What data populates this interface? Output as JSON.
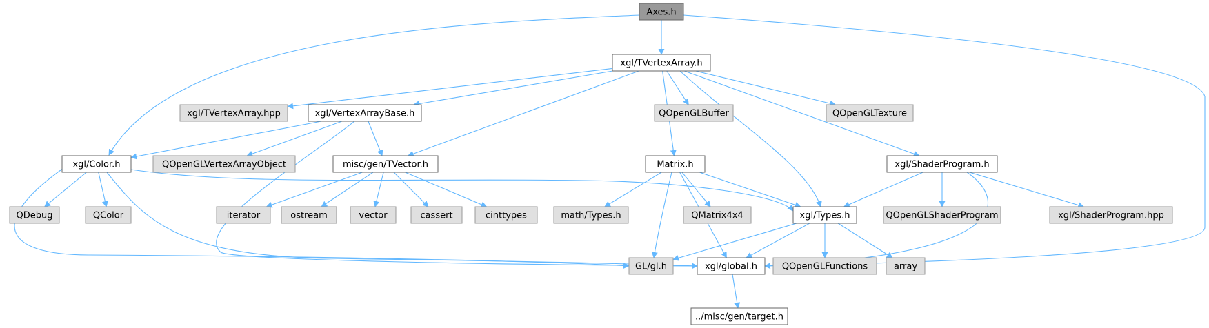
{
  "colors": {
    "edge": "#63b8ff",
    "root_fill": "#999999",
    "root_stroke": "#666666",
    "doc_fill": "#ffffff",
    "doc_stroke": "#666666",
    "ext_fill": "#e0e0e0",
    "ext_stroke": "#999999"
  },
  "nodes": [
    {
      "id": "axes",
      "label": "Axes.h",
      "kind": "root"
    },
    {
      "id": "tvertexarray",
      "label": "xgl/TVertexArray.h",
      "kind": "doc"
    },
    {
      "id": "tvertexarray_hpp",
      "label": "xgl/TVertexArray.hpp",
      "kind": "ext"
    },
    {
      "id": "vertexarraybase",
      "label": "xgl/VertexArrayBase.h",
      "kind": "doc"
    },
    {
      "id": "qopenglbuffer",
      "label": "QOpenGLBuffer",
      "kind": "ext"
    },
    {
      "id": "qopengltexture",
      "label": "QOpenGLTexture",
      "kind": "ext"
    },
    {
      "id": "color",
      "label": "xgl/Color.h",
      "kind": "doc"
    },
    {
      "id": "qopenglvao",
      "label": "QOpenGLVertexArrayObject",
      "kind": "ext"
    },
    {
      "id": "tvector",
      "label": "misc/gen/TVector.h",
      "kind": "doc"
    },
    {
      "id": "matrix",
      "label": "Matrix.h",
      "kind": "doc"
    },
    {
      "id": "shaderprogram",
      "label": "xgl/ShaderProgram.h",
      "kind": "doc"
    },
    {
      "id": "qdebug",
      "label": "QDebug",
      "kind": "ext"
    },
    {
      "id": "qcolor",
      "label": "QColor",
      "kind": "ext"
    },
    {
      "id": "iterator",
      "label": "iterator",
      "kind": "ext"
    },
    {
      "id": "ostream",
      "label": "ostream",
      "kind": "ext"
    },
    {
      "id": "vector",
      "label": "vector",
      "kind": "ext"
    },
    {
      "id": "cassert",
      "label": "cassert",
      "kind": "ext"
    },
    {
      "id": "cinttypes",
      "label": "cinttypes",
      "kind": "ext"
    },
    {
      "id": "mathtypes",
      "label": "math/Types.h",
      "kind": "ext"
    },
    {
      "id": "qmatrix4x4",
      "label": "QMatrix4x4",
      "kind": "ext"
    },
    {
      "id": "types",
      "label": "xgl/Types.h",
      "kind": "doc"
    },
    {
      "id": "qopenglshaderprogram",
      "label": "QOpenGLShaderProgram",
      "kind": "ext"
    },
    {
      "id": "shaderprogram_hpp",
      "label": "xgl/ShaderProgram.hpp",
      "kind": "ext"
    },
    {
      "id": "glh",
      "label": "GL/gl.h",
      "kind": "ext"
    },
    {
      "id": "global",
      "label": "xgl/global.h",
      "kind": "doc"
    },
    {
      "id": "qopenglfunctions",
      "label": "QOpenGLFunctions",
      "kind": "ext"
    },
    {
      "id": "array",
      "label": "array",
      "kind": "ext"
    },
    {
      "id": "target",
      "label": "../misc/gen/target.h",
      "kind": "doc"
    }
  ],
  "edges": [
    {
      "from": "axes",
      "to": "tvertexarray"
    },
    {
      "from": "axes",
      "to": "color"
    },
    {
      "from": "axes",
      "to": "global"
    },
    {
      "from": "tvertexarray",
      "to": "tvertexarray_hpp"
    },
    {
      "from": "tvertexarray",
      "to": "vertexarraybase"
    },
    {
      "from": "tvertexarray",
      "to": "qopenglbuffer"
    },
    {
      "from": "tvertexarray",
      "to": "qopengltexture"
    },
    {
      "from": "tvertexarray",
      "to": "tvector"
    },
    {
      "from": "tvertexarray",
      "to": "matrix"
    },
    {
      "from": "tvertexarray",
      "to": "shaderprogram"
    },
    {
      "from": "tvertexarray",
      "to": "types"
    },
    {
      "from": "vertexarraybase",
      "to": "color"
    },
    {
      "from": "vertexarraybase",
      "to": "qopenglvao"
    },
    {
      "from": "vertexarraybase",
      "to": "tvector"
    },
    {
      "from": "vertexarraybase",
      "to": "global"
    },
    {
      "from": "color",
      "to": "qdebug"
    },
    {
      "from": "color",
      "to": "qcolor"
    },
    {
      "from": "color",
      "to": "types"
    },
    {
      "from": "color",
      "to": "global"
    },
    {
      "from": "color",
      "to": "glh"
    },
    {
      "from": "tvector",
      "to": "iterator"
    },
    {
      "from": "tvector",
      "to": "ostream"
    },
    {
      "from": "tvector",
      "to": "vector"
    },
    {
      "from": "tvector",
      "to": "cassert"
    },
    {
      "from": "tvector",
      "to": "cinttypes"
    },
    {
      "from": "matrix",
      "to": "mathtypes"
    },
    {
      "from": "matrix",
      "to": "qmatrix4x4"
    },
    {
      "from": "matrix",
      "to": "types"
    },
    {
      "from": "matrix",
      "to": "glh"
    },
    {
      "from": "matrix",
      "to": "global"
    },
    {
      "from": "shaderprogram",
      "to": "types"
    },
    {
      "from": "shaderprogram",
      "to": "qopenglshaderprogram"
    },
    {
      "from": "shaderprogram",
      "to": "shaderprogram_hpp"
    },
    {
      "from": "shaderprogram",
      "to": "global"
    },
    {
      "from": "types",
      "to": "glh"
    },
    {
      "from": "types",
      "to": "global"
    },
    {
      "from": "types",
      "to": "qopenglfunctions"
    },
    {
      "from": "types",
      "to": "array"
    },
    {
      "from": "global",
      "to": "target"
    }
  ]
}
